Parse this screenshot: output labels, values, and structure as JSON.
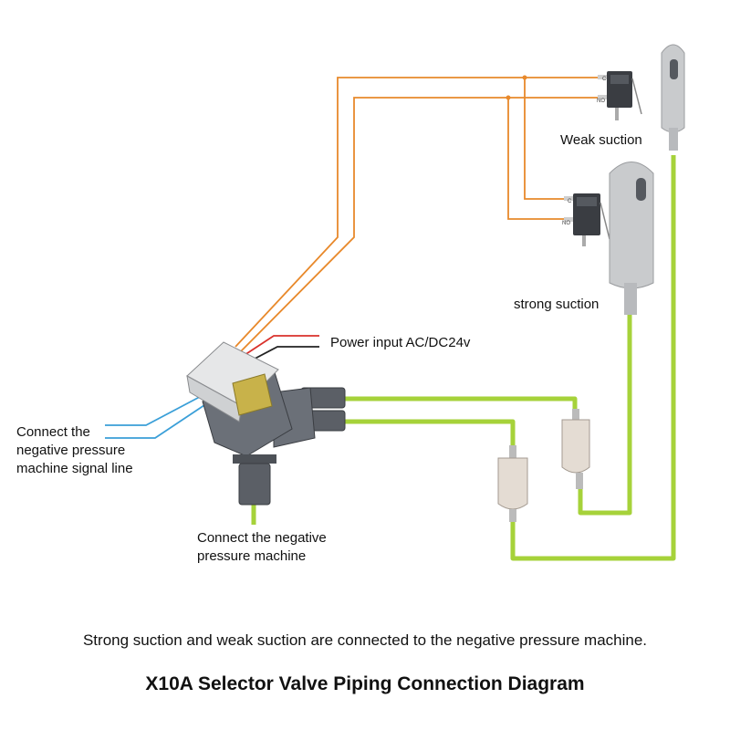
{
  "labels": {
    "weak_suction": "Weak suction",
    "strong_suction": "strong suction",
    "power_input": "Power input AC/DC24v",
    "signal_line": "Connect the\nnegative pressure\nmachine signal line",
    "negative_machine": "Connect the negative\npressure machine"
  },
  "switch_pins": {
    "common": "C",
    "normally_open": "NO"
  },
  "caption": "Strong suction and weak suction are connected to the negative pressure machine.",
  "title": "X10A Selector Valve Piping Connection Diagram",
  "colors": {
    "orange_wire": "#e8892b",
    "red_wire": "#d9312b",
    "black_wire": "#222222",
    "blue_wire": "#3a9fd8",
    "green_tube": "#a6d23a",
    "grey_body": "#c7c9cb",
    "dark_grey": "#5b5f66"
  }
}
